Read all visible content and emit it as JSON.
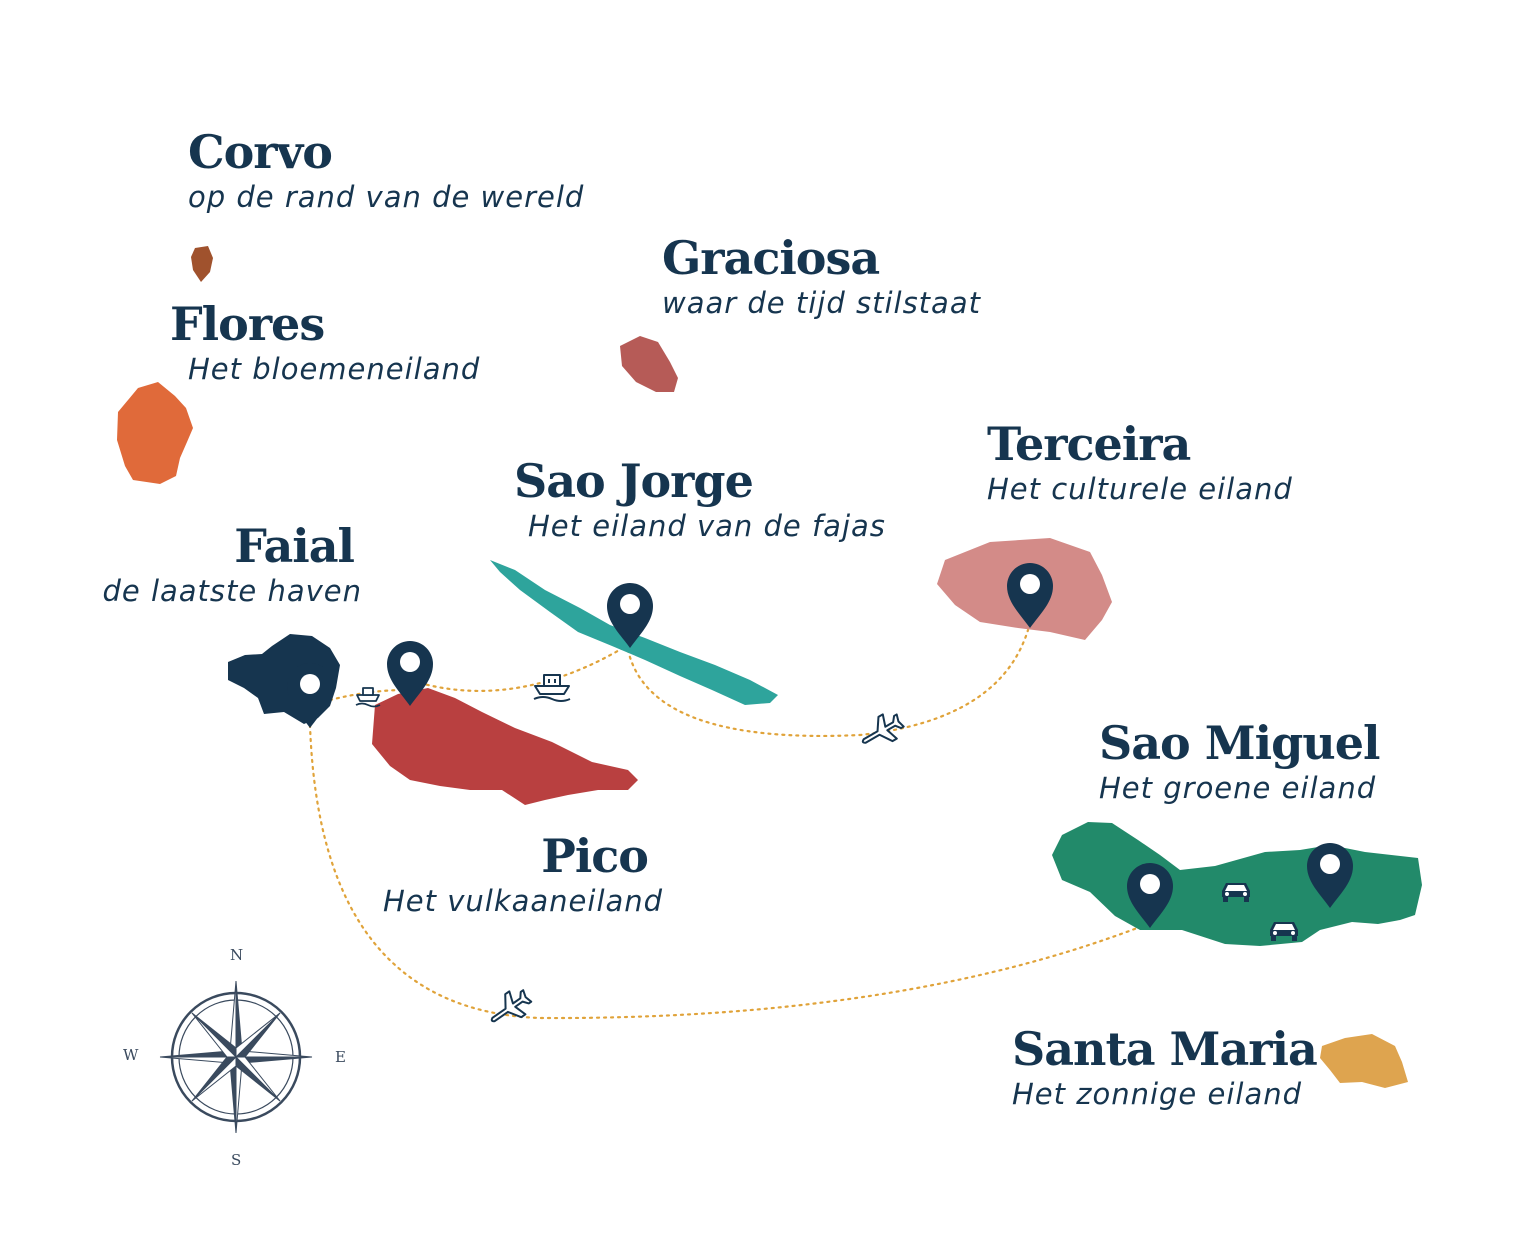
{
  "islands": {
    "corvo": {
      "name": "Corvo",
      "tagline": "op de rand van de wereld",
      "color": "#a0522d"
    },
    "flores": {
      "name": "Flores",
      "tagline": "Het bloemeneiland",
      "color": "#e06a3a"
    },
    "graciosa": {
      "name": "Graciosa",
      "tagline": "waar de tijd stilstaat",
      "color": "#b65b57"
    },
    "terceira": {
      "name": "Terceira",
      "tagline": "Het culturele eiland",
      "color": "#d38b88"
    },
    "sao_jorge": {
      "name": "Sao Jorge",
      "tagline": "Het eiland van de fajas",
      "color": "#2ea49c"
    },
    "faial": {
      "name": "Faial",
      "tagline": "de laatste haven",
      "color": "#16354f"
    },
    "pico": {
      "name": "Pico",
      "tagline": "Het vulkaaneiland",
      "color": "#b94040"
    },
    "sao_miguel": {
      "name": "Sao Miguel",
      "tagline": "Het groene eiland",
      "color": "#228a6a"
    },
    "santa_maria": {
      "name": "Santa Maria",
      "tagline": "Het zonnige eiland",
      "color": "#dea44f"
    }
  },
  "colors": {
    "label": "#16354f",
    "route": "#e0a33a",
    "pin": "#16354f"
  },
  "route_icons": [
    "ferry-icon",
    "ferry-icon",
    "plane-icon",
    "plane-icon",
    "car-icon",
    "car-icon"
  ],
  "compass": {
    "n": "N",
    "e": "E",
    "s": "S",
    "w": "W"
  }
}
